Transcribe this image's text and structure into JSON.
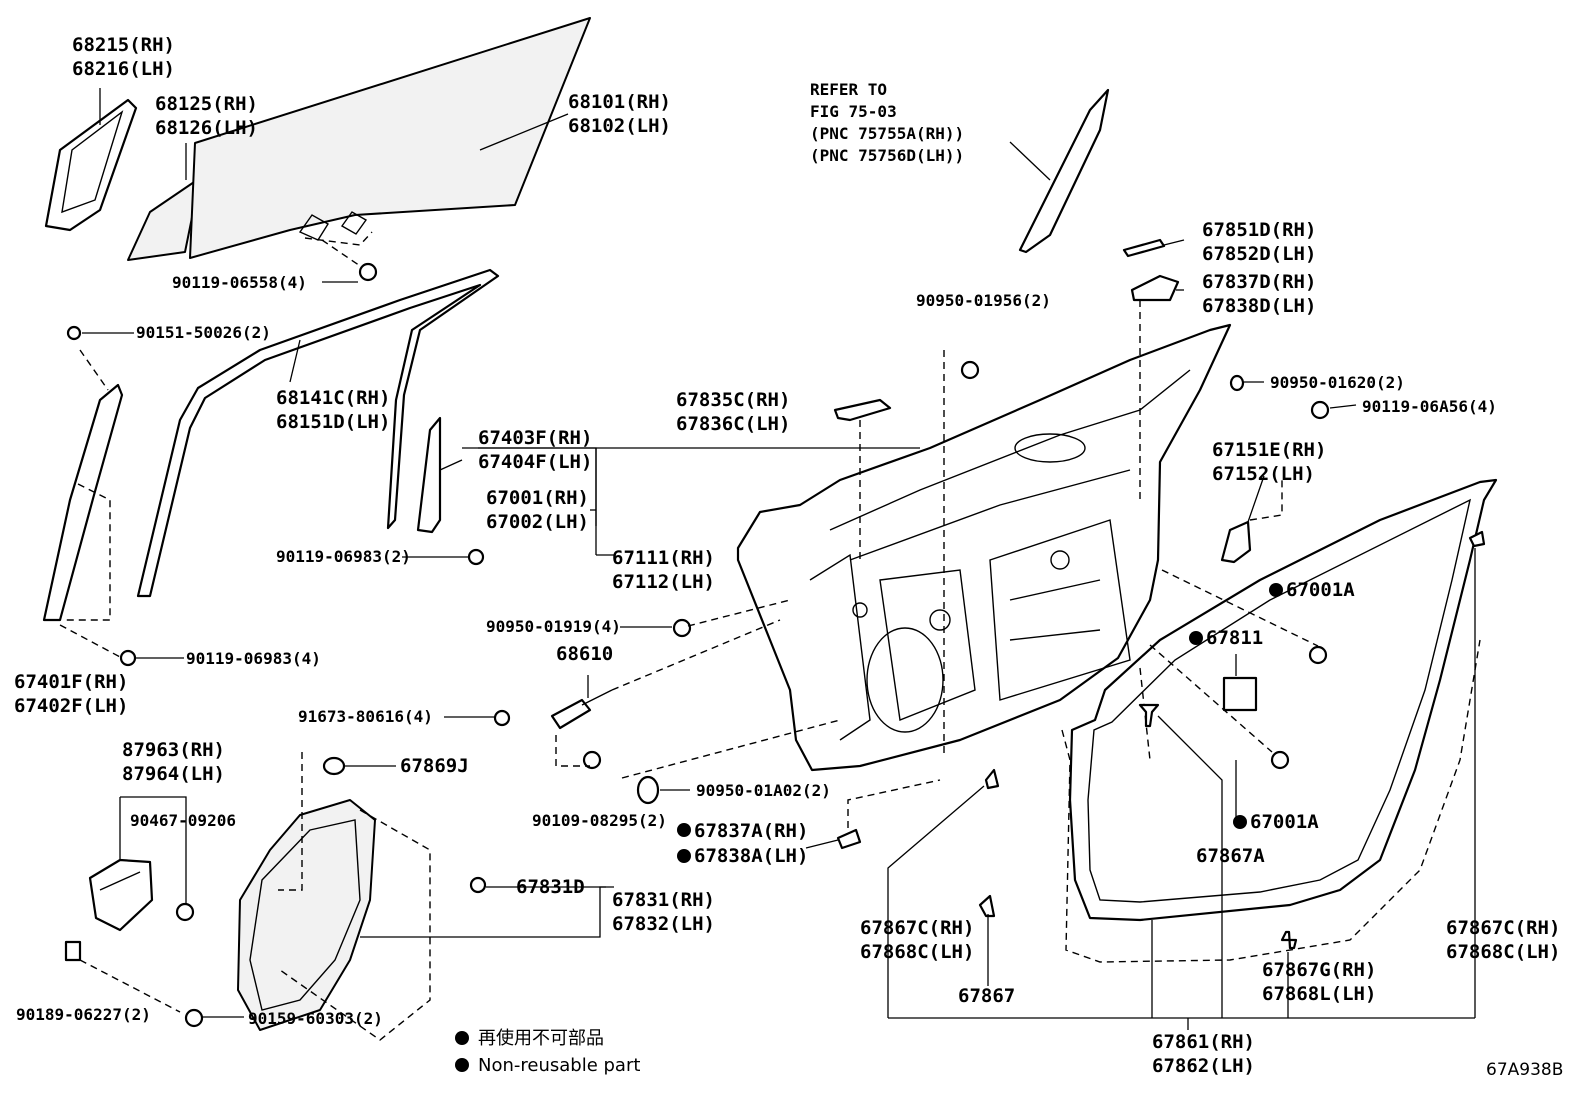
{
  "diagram_id": "67A938B",
  "refer": {
    "line1": "REFER TO",
    "line2": "FIG 75-03",
    "line3": "(PNC 75755A(RH))",
    "line4": "(PNC 75756D(LH))"
  },
  "labels": {
    "l68215": "68215(RH)",
    "l68216": "68216(LH)",
    "l68125": "68125(RH)",
    "l68126": "68126(LH)",
    "l68101": "68101(RH)",
    "l68102": "68102(LH)",
    "l9011906558": "90119-06558(4)",
    "l9015150026": "90151-50026(2)",
    "l68141c": "68141C(RH)",
    "l68151d": "68151D(LH)",
    "l67403f": "67403F(RH)",
    "l67404f": "67404F(LH)",
    "l67001": "67001(RH)",
    "l67002": "67002(LH)",
    "l67111": "67111(RH)",
    "l67112": "67112(LH)",
    "l9011906983a": "90119-06983(2)",
    "l9011906983b": "90119-06983(4)",
    "l67401f": "67401F(RH)",
    "l67402f": "67402F(LH)",
    "l9095001919": "90950-01919(4)",
    "l68610": "68610",
    "l9167380616": "91673-80616(4)",
    "l87963": "87963(RH)",
    "l87964": "87964(LH)",
    "l9046709206": "90467-09206",
    "l67869j": "67869J",
    "l9095001a02": "90950-01A02(2)",
    "l9010908295": "90109-08295(2)",
    "l67837a": "67837A(RH)",
    "l67838a": "67838A(LH)",
    "l67831d": "67831D",
    "l67831": "67831(RH)",
    "l67832": "67832(LH)",
    "l9018906227": "90189-06227(2)",
    "l9015960303": "90159-60303(2)",
    "l67835c": "67835C(RH)",
    "l67836c": "67836C(LH)",
    "l9095001956": "90950-01956(2)",
    "l67851d": "67851D(RH)",
    "l67852d": "67852D(LH)",
    "l67837d": "67837D(RH)",
    "l67838d": "67838D(LH)",
    "l9095001620": "90950-01620(2)",
    "l9011906a56": "90119-06A56(4)",
    "l67151e": "67151E(RH)",
    "l67152": "67152(LH)",
    "l67001a1": "67001A",
    "l67811": "67811",
    "l67001a2": "67001A",
    "l67867a": "67867A",
    "l67867c1": "67867C(RH)",
    "l67868c1": "67868C(LH)",
    "l67867": "67867",
    "l67867g": "67867G(RH)",
    "l67868l": "67868L(LH)",
    "l67867c2": "67867C(RH)",
    "l67868c2": "67868C(LH)",
    "l67861": "67861(RH)",
    "l67862": "67862(LH)"
  },
  "legend": {
    "jp": "再使用不可部品",
    "en": "Non-reusable part"
  }
}
